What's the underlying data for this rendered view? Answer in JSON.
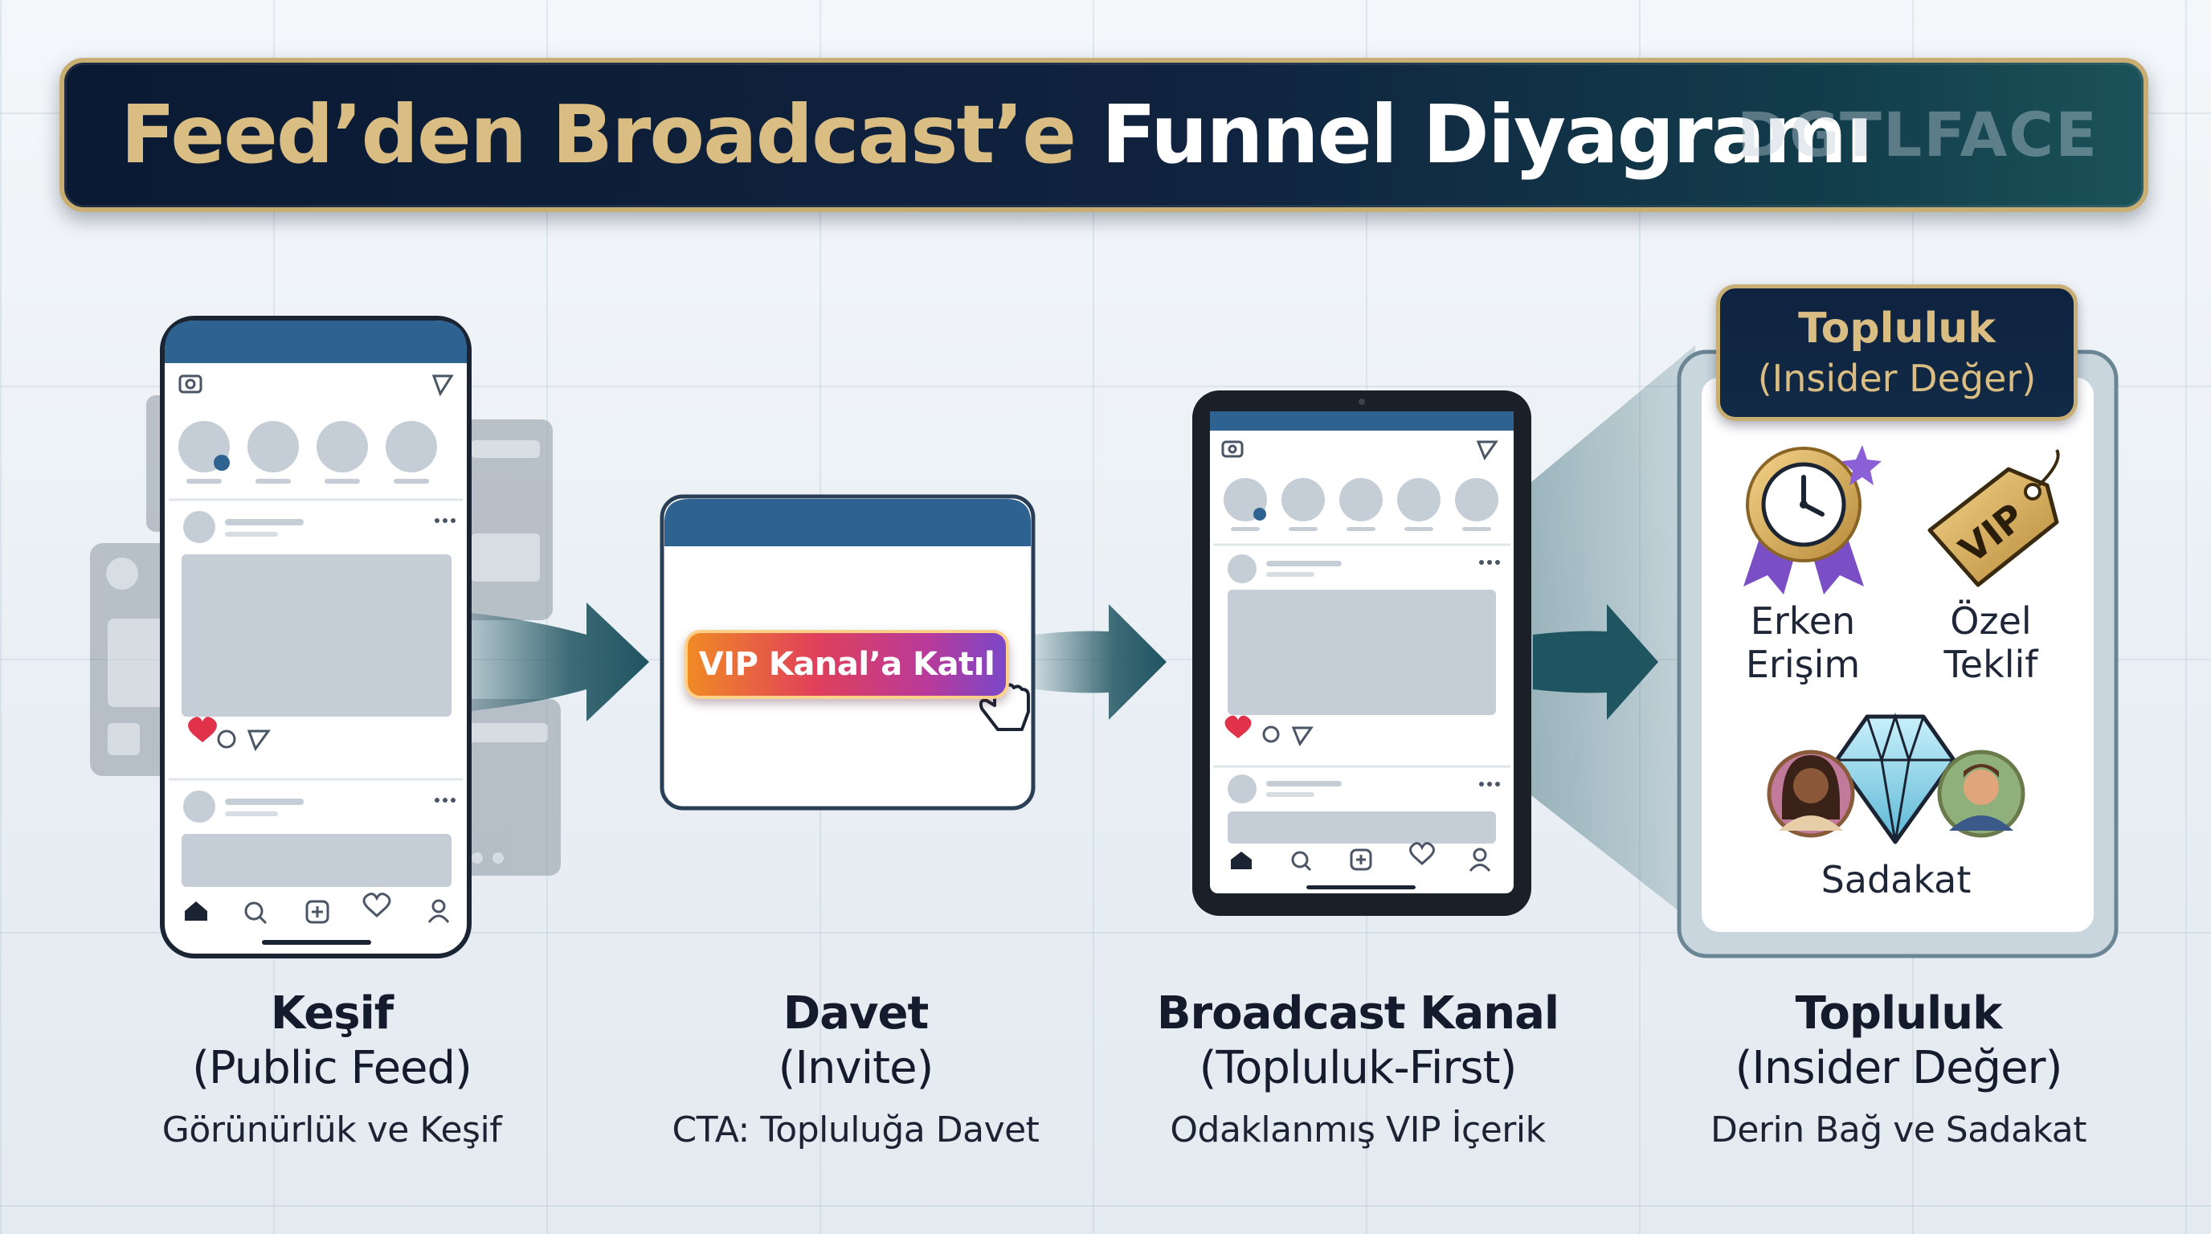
{
  "header": {
    "title_gold": "Feed’den Broadcast’e",
    "title_white": "Funnel Diyagramı",
    "brand": "DGTLFACE"
  },
  "stages": [
    {
      "title": "Keşif",
      "subtitle": "(Public Feed)",
      "description": "Görünürlük ve Keşif"
    },
    {
      "title": "Davet",
      "subtitle": "(Invite)",
      "description": "CTA: Topluluğa Davet"
    },
    {
      "title": "Broadcast Kanal",
      "subtitle": "(Topluluk-First)",
      "description": "Odaklanmış VIP İçerik"
    },
    {
      "title": "Topluluk",
      "subtitle": "(Insider Değer)",
      "description": "Derin Bağ ve Sadakat"
    }
  ],
  "cta": {
    "label": "VIP Kanal’a Katıl"
  },
  "community_panel": {
    "title": "Topluluk",
    "subtitle": "(Insider Değer)",
    "benefits": {
      "early_access": {
        "line1": "Erken",
        "line2": "Erişim"
      },
      "special_offer": {
        "line1": "Özel",
        "line2": "Teklif"
      },
      "loyalty": {
        "label": "Sadakat"
      },
      "vip_tag": "VIP"
    }
  },
  "colors": {
    "navy": "#0f2340",
    "gold": "#c9ae74",
    "teal_arrow": "#1f5461",
    "phone_header": "#2e6391",
    "heart": "#e0334a"
  }
}
